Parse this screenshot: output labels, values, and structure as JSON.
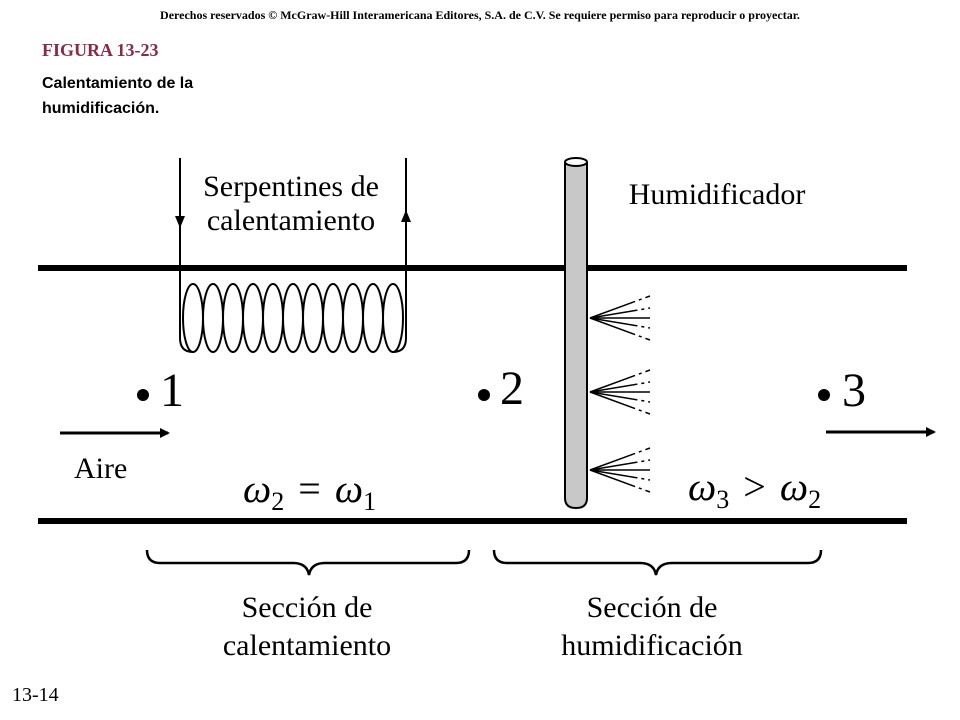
{
  "header": {
    "copyright": "Derechos reservados © McGraw-Hill Interamericana Editores, S.A. de C.V. Se requiere permiso para reproducir o proyectar."
  },
  "figure": {
    "label": "FIGURA 13-23",
    "caption": "Calentamiento de la humidificación."
  },
  "colors": {
    "figure_label": "#8B2942",
    "humidifier_pipe": "#c8c8c8",
    "stroke": "#000000"
  },
  "diagram": {
    "coils_label_line1": "Serpentines de",
    "coils_label_line2": "calentamiento",
    "humidifier_label": "Humidificador",
    "air_label": "Aire",
    "states": [
      "1",
      "2",
      "3"
    ],
    "eq_heating": {
      "lhs": "ω",
      "lhs_sub": "2",
      "op": "=",
      "rhs": "ω",
      "rhs_sub": "1"
    },
    "eq_humid": {
      "lhs": "ω",
      "lhs_sub": "3",
      "op": ">",
      "rhs": "ω",
      "rhs_sub": "2"
    },
    "section_heating_line1": "Sección de",
    "section_heating_line2": "calentamiento",
    "section_humid_line1": "Sección de",
    "section_humid_line2": "humidificación"
  },
  "footer": {
    "page_number": "13-14"
  }
}
